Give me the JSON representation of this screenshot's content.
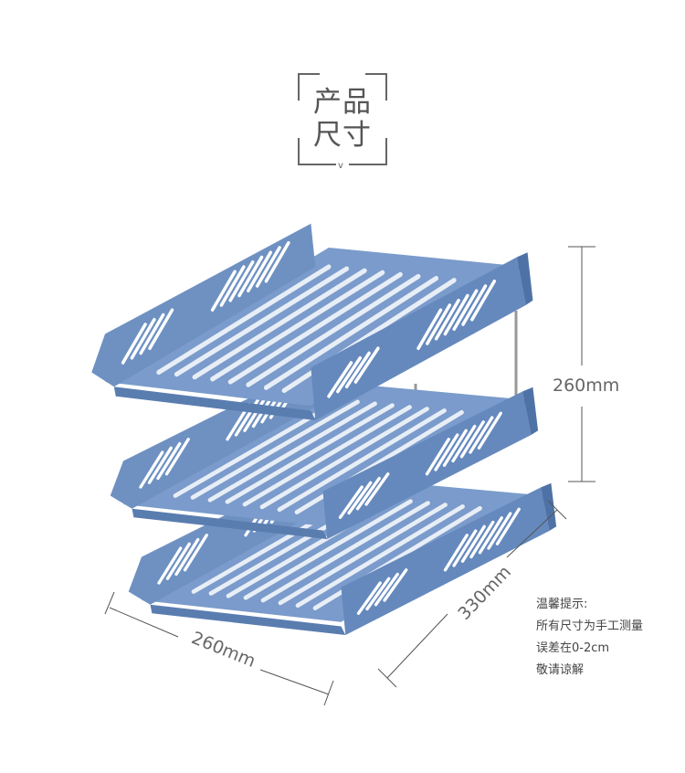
{
  "title": {
    "line1": "产品",
    "line2": "尺寸",
    "marker": "v"
  },
  "dimensions": {
    "height": "260mm",
    "depth": "330mm",
    "width": "260mm"
  },
  "note": {
    "lines": [
      "温馨提示:",
      "所有尺寸为手工测量",
      "误差在0-2cm",
      "敬请谅解"
    ]
  },
  "colors": {
    "tray": "#6e91c2",
    "tray_dark": "#5577aa",
    "line": "#555555"
  }
}
